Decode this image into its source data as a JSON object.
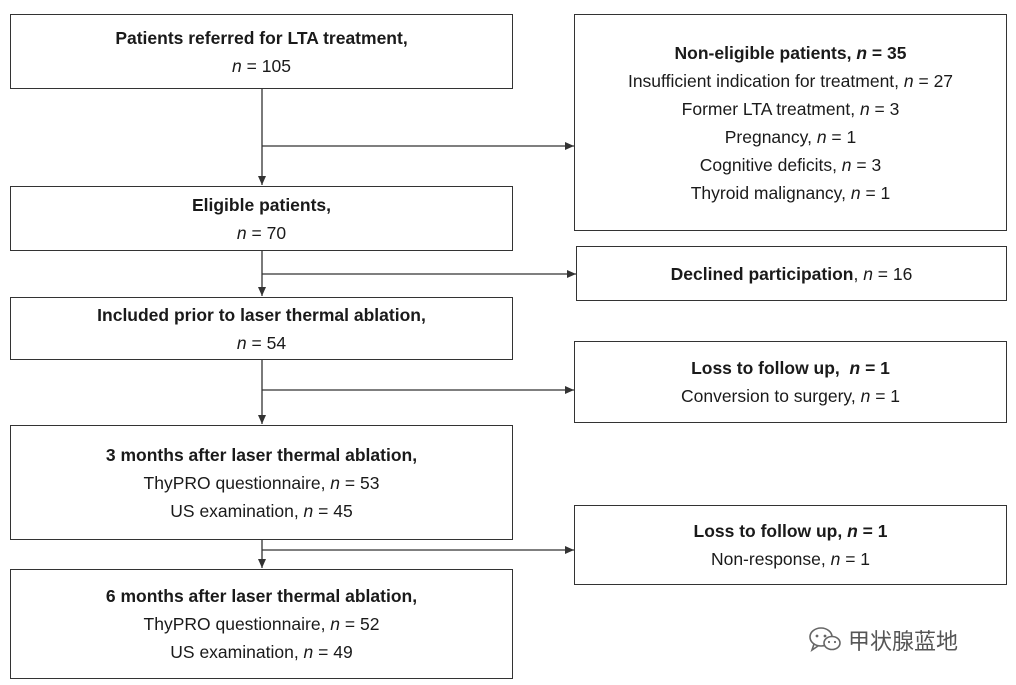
{
  "boxes": {
    "referred": {
      "title": "Patients referred for LTA treatment,",
      "n_prefix": "n",
      "n_value": " = 105"
    },
    "non_eligible": {
      "title": "Non-eligible patients, ",
      "n_prefix": "n",
      "n_value": " = 35",
      "reasons": [
        {
          "label": "Insufficient indication for treatment, ",
          "n": "n",
          "value": " = 27"
        },
        {
          "label": "Former LTA treatment, ",
          "n": "n",
          "value": " = 3"
        },
        {
          "label": "Pregnancy, ",
          "n": "n",
          "value": " = 1"
        },
        {
          "label": "Cognitive deficits, ",
          "n": "n",
          "value": " = 3"
        },
        {
          "label": "Thyroid malignancy, ",
          "n": "n",
          "value": " = 1"
        }
      ]
    },
    "eligible": {
      "title": "Eligible patients,",
      "n_prefix": "n",
      "n_value": " = 70"
    },
    "declined": {
      "title": "Declined participation",
      "sep": ", ",
      "n_prefix": "n",
      "n_value": " = 16"
    },
    "included": {
      "title": "Included prior to laser thermal ablation,",
      "n_prefix": "n",
      "n_value": " = 54"
    },
    "loss1": {
      "title": "Loss to follow up,  ",
      "n_prefix": "n",
      "n_value": " = 1",
      "detail": {
        "label": "Conversion to surgery, ",
        "n": "n",
        "value": " = 1"
      }
    },
    "three_months": {
      "title": "3 months after laser thermal ablation,",
      "items": [
        {
          "label": "ThyPRO questionnaire, ",
          "n": "n",
          "value": " = 53"
        },
        {
          "label": "US examination, ",
          "n": "n",
          "value": " = 45"
        }
      ]
    },
    "loss2": {
      "title": "Loss to follow up, ",
      "n_prefix": "n",
      "n_value": " = 1",
      "detail": {
        "label": "Non-response, ",
        "n": "n",
        "value": " = 1"
      }
    },
    "six_months": {
      "title": "6 months after laser thermal ablation,",
      "items": [
        {
          "label": "ThyPRO questionnaire, ",
          "n": "n",
          "value": " = 52"
        },
        {
          "label": "US examination, ",
          "n": "n",
          "value": " = 49"
        }
      ]
    }
  },
  "watermark": {
    "text": "甲状腺蓝地",
    "icon": "wechat-icon"
  },
  "colors": {
    "line": "#333333",
    "text": "#1a1a1a"
  }
}
